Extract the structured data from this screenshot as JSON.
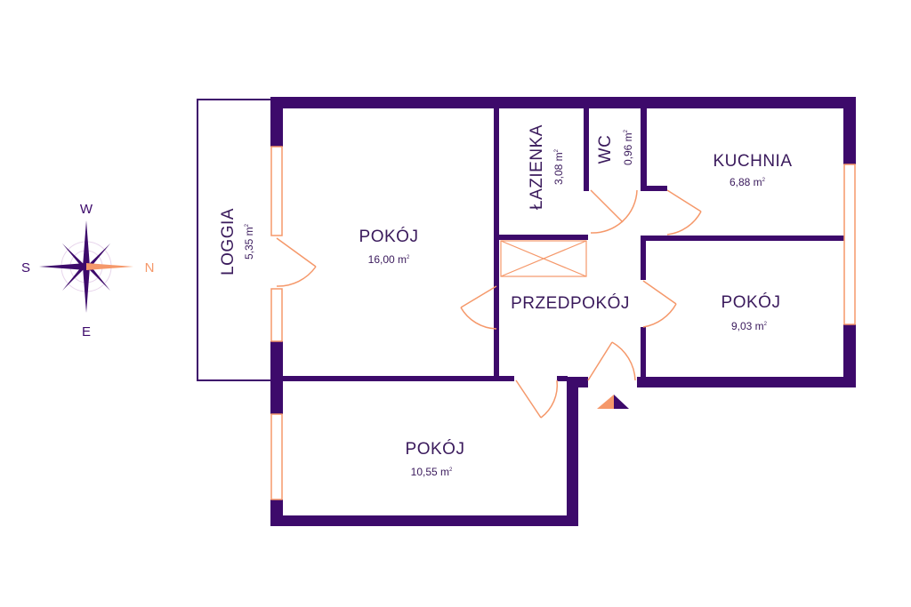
{
  "colors": {
    "wall": "#3d0a6b",
    "accent": "#f5986a",
    "text": "#3a1a5c",
    "compass_dark": "#3d0a6b"
  },
  "compass": {
    "west": "W",
    "south": "S",
    "north": "N",
    "east": "E"
  },
  "rooms": {
    "loggia": {
      "name": "LOGGIA",
      "area": "5,35 m",
      "unit_sup": "2"
    },
    "pokoj1": {
      "name": "POKÓJ",
      "area": "16,00 m",
      "unit_sup": "2"
    },
    "lazienka": {
      "name": "ŁAZIENKA",
      "area": "3,08 m",
      "unit_sup": "2"
    },
    "wc": {
      "name": "WC",
      "area": "0,96 m",
      "unit_sup": "2"
    },
    "kuchnia": {
      "name": "KUCHNIA",
      "area": "6,88 m",
      "unit_sup": "2"
    },
    "przedpokoj": {
      "name": "PRZEDPOKÓJ"
    },
    "pokoj2": {
      "name": "POKÓJ",
      "area": "9,03 m",
      "unit_sup": "2"
    },
    "pokoj3": {
      "name": "POKÓJ",
      "area": "10,55 m",
      "unit_sup": "2"
    }
  },
  "entrance": {
    "icon": "entrance-arrow-icon"
  }
}
